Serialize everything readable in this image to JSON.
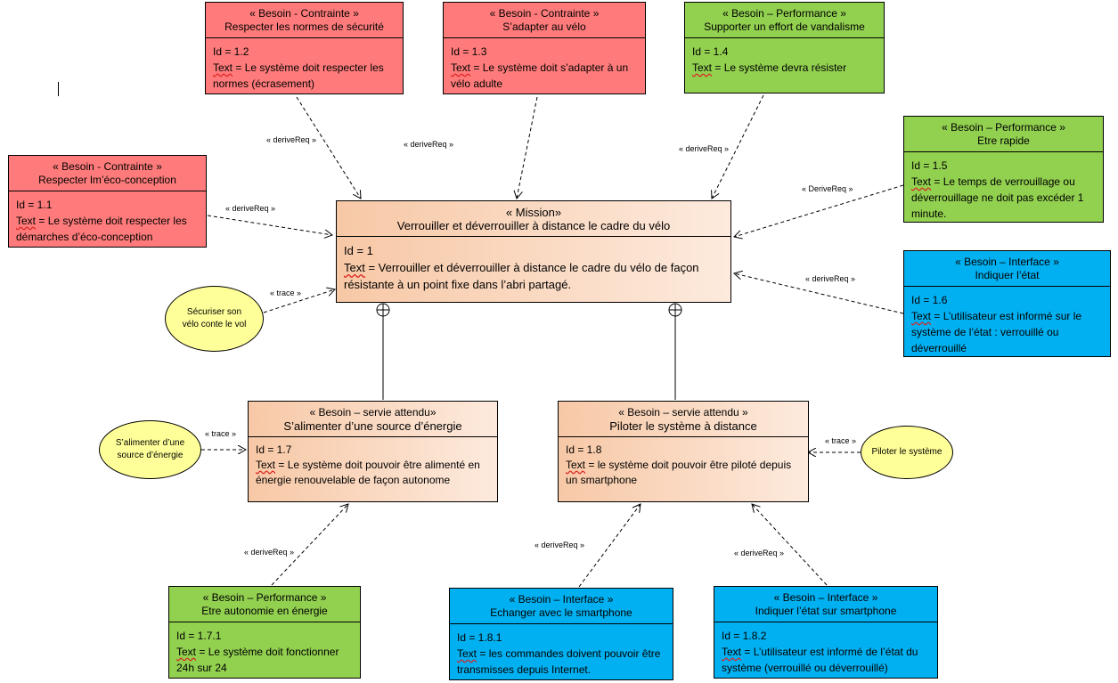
{
  "mission": {
    "stereo": "« Mission»",
    "name": "Verrouiller et déverrouiller à distance le cadre du vélo",
    "id_line": "Id = 1",
    "text_key": "Text",
    "text_rest": " = Verrouiller et déverrouiller à distance le cadre du vélo de façon résistante à un point fixe dans l’abri partagé."
  },
  "req": {
    "r12": {
      "stereo": "« Besoin - Contrainte »",
      "name": "Respecter les normes de sécurité",
      "id_line": "Id = 1.2",
      "text_key": "Text",
      "text_rest": " = Le système doit respecter les normes (écrasement)"
    },
    "r13": {
      "stereo": "« Besoin - Contrainte »",
      "name": "S’adapter au vélo",
      "id_line": "Id = 1.3",
      "text_key": "Text",
      "text_rest": " = Le système doit s’adapter à un vélo adulte"
    },
    "r14": {
      "stereo": "« Besoin – Performance »",
      "name": "Supporter un effort de vandalisme",
      "id_line": "Id = 1.4",
      "text_key": "Text",
      "text_rest": " = Le système devra résister"
    },
    "r11": {
      "stereo": "« Besoin - Contrainte »",
      "name": "Respecter lm’éco-conception",
      "id_line": "Id = 1.1",
      "text_key": "Text",
      "text_rest": " = Le système doit respecter les démarches d’éco-conception"
    },
    "r15": {
      "stereo": "« Besoin – Performance »",
      "name": "Etre rapide",
      "id_line": "Id = 1.5",
      "text_key": "Text",
      "text_rest": " = Le temps de verrouillage ou déverrouillage ne doit pas excéder 1 minute."
    },
    "r16": {
      "stereo": "« Besoin – Interface »",
      "name": "Indiquer l’état",
      "id_line": "Id = 1.6",
      "text_key": "Text",
      "text_rest": " = L’utilisateur est informé sur le système de l’état : verrouillé ou déverrouillé"
    },
    "r17": {
      "stereo": "« Besoin – servie attendu»",
      "name": "S’alimenter d’une source d’énergie",
      "id_line": "Id = 1.7",
      "text_key": "Text",
      "text_rest": " = Le système doit pouvoir être alimenté en énergie renouvelable de façon autonome"
    },
    "r18": {
      "stereo": "« Besoin – servie attendu »",
      "name": "Piloter le système à distance",
      "id_line": "Id = 1.8",
      "text_key": "Text",
      "text_rest": " = le système doit pouvoir être piloté depuis un smartphone"
    },
    "r171": {
      "stereo": "« Besoin – Performance »",
      "name": "Etre autonomie  en énergie",
      "id_line": "Id = 1.7.1",
      "text_key": "Text",
      "text_rest": " = Le système doit fonctionner 24h sur 24"
    },
    "r181": {
      "stereo": "« Besoin – Interface »",
      "name": "Echanger avec le smartphone",
      "id_line": "Id = 1.8.1",
      "text_key": "Text",
      "text_rest": " = les commandes doivent pouvoir être transmisses  depuis Internet."
    },
    "r182": {
      "stereo": "« Besoin – Interface »",
      "name": "Indiquer l’état sur smartphone",
      "id_line": "Id = 1.8.2",
      "text_key": "Text",
      "text_rest": " = L’utilisateur est informé de l’état du système (verrouillé ou déverrouillé)"
    }
  },
  "usecases": {
    "secure": "Sécuriser son vélo conte le vol",
    "energy": "S’alimenter d’une source d’énergie",
    "pilot": "Piloter le système"
  },
  "labels": {
    "derive1": "« deriveReq »",
    "derive2": "« deriveReq »",
    "derive3": "« deriveReq »",
    "derive4": "« deriveReq »",
    "derive5": "« DeriveReq »",
    "derive6": "« deriveReq »",
    "derive7": "« deriveReq »",
    "derive8": "« deriveReq »",
    "derive9": "« deriveReq »",
    "trace1": "« trace »",
    "trace2": "« trace »",
    "trace3": "« trace »"
  },
  "colors": {
    "constraint": "#ff7b7b",
    "performance": "#92d050",
    "interface": "#00b0f0",
    "mission_gradient_start": "#f7c8a6",
    "mission_gradient_end": "#fdeadd",
    "usecase": "#ffff99"
  }
}
